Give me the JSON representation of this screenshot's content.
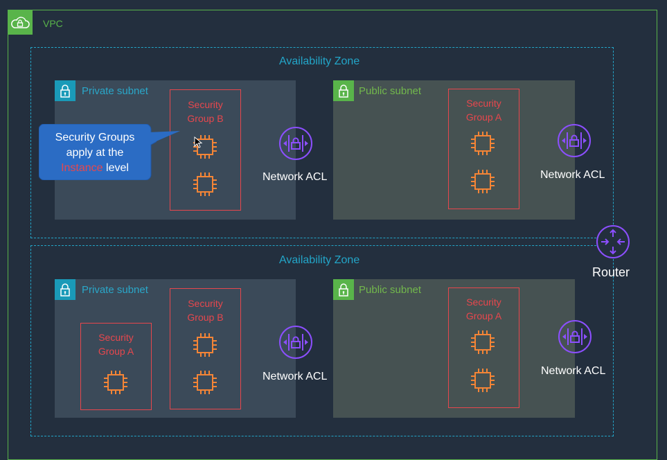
{
  "vpc": {
    "label": "VPC"
  },
  "zones": [
    {
      "label": "Availability Zone",
      "private_subnet": {
        "label": "Private subnet",
        "groups": [
          {
            "line1": "Security",
            "line2": "Group B"
          }
        ]
      },
      "nacl_private": "Network ACL",
      "public_subnet": {
        "label": "Public subnet",
        "groups": [
          {
            "line1": "Security",
            "line2": "Group A"
          }
        ]
      },
      "nacl_public": "Network ACL"
    },
    {
      "label": "Availability Zone",
      "private_subnet": {
        "label": "Private subnet",
        "groups": [
          {
            "line1": "Security",
            "line2": "Group A"
          },
          {
            "line1": "Security",
            "line2": "Group B"
          }
        ]
      },
      "nacl_private": "Network ACL",
      "public_subnet": {
        "label": "Public subnet",
        "groups": [
          {
            "line1": "Security",
            "line2": "Group A"
          }
        ]
      },
      "nacl_public": "Network ACL"
    }
  ],
  "router": {
    "label": "Router"
  },
  "callout": {
    "line1": "Security Groups",
    "line2": "apply at the",
    "highlight": "Instance",
    "line3_rest": " level"
  },
  "colors": {
    "background": "#232f3e",
    "vpc": "#59b44a",
    "availability_zone": "#23a6c9",
    "security_group": "#e8474d",
    "instance": "#f58536",
    "network_acl": "#8c4fff",
    "callout": "#2b6cc4"
  },
  "icons": {
    "vpc": "cloud-lock-icon",
    "private_subnet": "lock-icon",
    "public_subnet": "lock-icon",
    "instance": "ec2-instance-chip-icon",
    "network_acl": "network-acl-icon",
    "router": "router-icon"
  }
}
